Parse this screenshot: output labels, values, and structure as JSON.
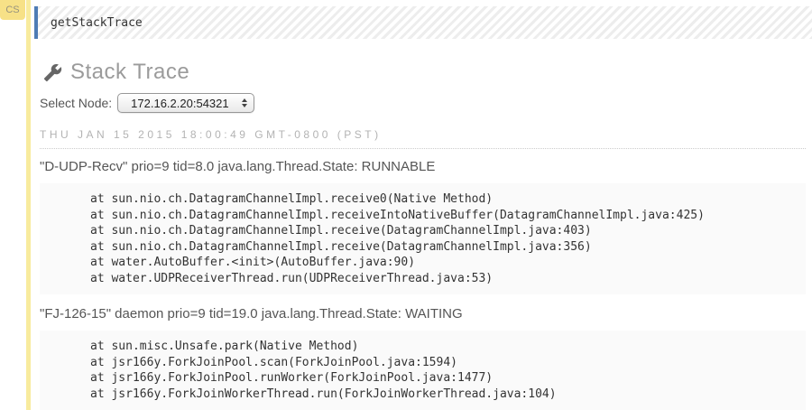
{
  "badge": {
    "label": "CS"
  },
  "cell": {
    "code": "getStackTrace"
  },
  "main": {
    "title": "Stack Trace",
    "icon": "wrench-icon",
    "select_node": {
      "label": "Select Node:",
      "value": "172.16.2.20:54321"
    },
    "timestamp": "THU JAN 15 2015 18:00:49 GMT-0800 (PST)",
    "threads": [
      {
        "header": "\"D-UDP-Recv\" prio=9 tid=8.0 java.lang.Thread.State: RUNNABLE",
        "frames": [
          "at sun.nio.ch.DatagramChannelImpl.receive0(Native Method)",
          "at sun.nio.ch.DatagramChannelImpl.receiveIntoNativeBuffer(DatagramChannelImpl.java:425)",
          "at sun.nio.ch.DatagramChannelImpl.receive(DatagramChannelImpl.java:403)",
          "at sun.nio.ch.DatagramChannelImpl.receive(DatagramChannelImpl.java:356)",
          "at water.AutoBuffer.<init>(AutoBuffer.java:90)",
          "at water.UDPReceiverThread.run(UDPReceiverThread.java:53)"
        ]
      },
      {
        "header": "\"FJ-126-15\" daemon prio=9 tid=19.0 java.lang.Thread.State: WAITING",
        "frames": [
          "at sun.misc.Unsafe.park(Native Method)",
          "at jsr166y.ForkJoinPool.scan(ForkJoinPool.java:1594)",
          "at jsr166y.ForkJoinPool.runWorker(ForkJoinPool.java:1477)",
          "at jsr166y.ForkJoinWorkerThread.run(ForkJoinWorkerThread.java:104)"
        ]
      }
    ]
  },
  "colors": {
    "badge_bg": "#f7e187",
    "rail": "#f8eb9e",
    "cell_border_accent": "#4e7cb5",
    "title_gray": "#9b9b9b",
    "timestamp_gray": "#b3b3b3",
    "stack_block_bg": "#fafafa",
    "text_dark": "#333333"
  }
}
